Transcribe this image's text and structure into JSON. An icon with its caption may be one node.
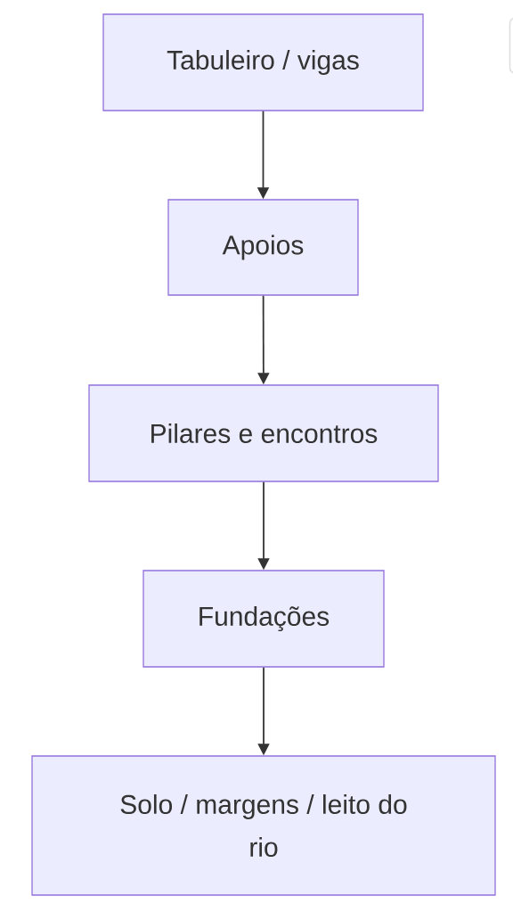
{
  "diagram": {
    "nodes": [
      {
        "text": [
          "Tabuleiro / vigas"
        ]
      },
      {
        "text": [
          "Apoios"
        ]
      },
      {
        "text": [
          "Pilares e encontros"
        ]
      },
      {
        "text": [
          "Fundações"
        ]
      },
      {
        "text": [
          "Solo / margens / leito do rio"
        ]
      }
    ],
    "edges": [
      {
        "from": 0,
        "to": 1,
        "arrow": "to"
      },
      {
        "from": 1,
        "to": 2,
        "arrow": "to"
      },
      {
        "from": 2,
        "to": 3,
        "arrow": "to"
      },
      {
        "from": 3,
        "to": 4,
        "arrow": "to"
      }
    ]
  }
}
